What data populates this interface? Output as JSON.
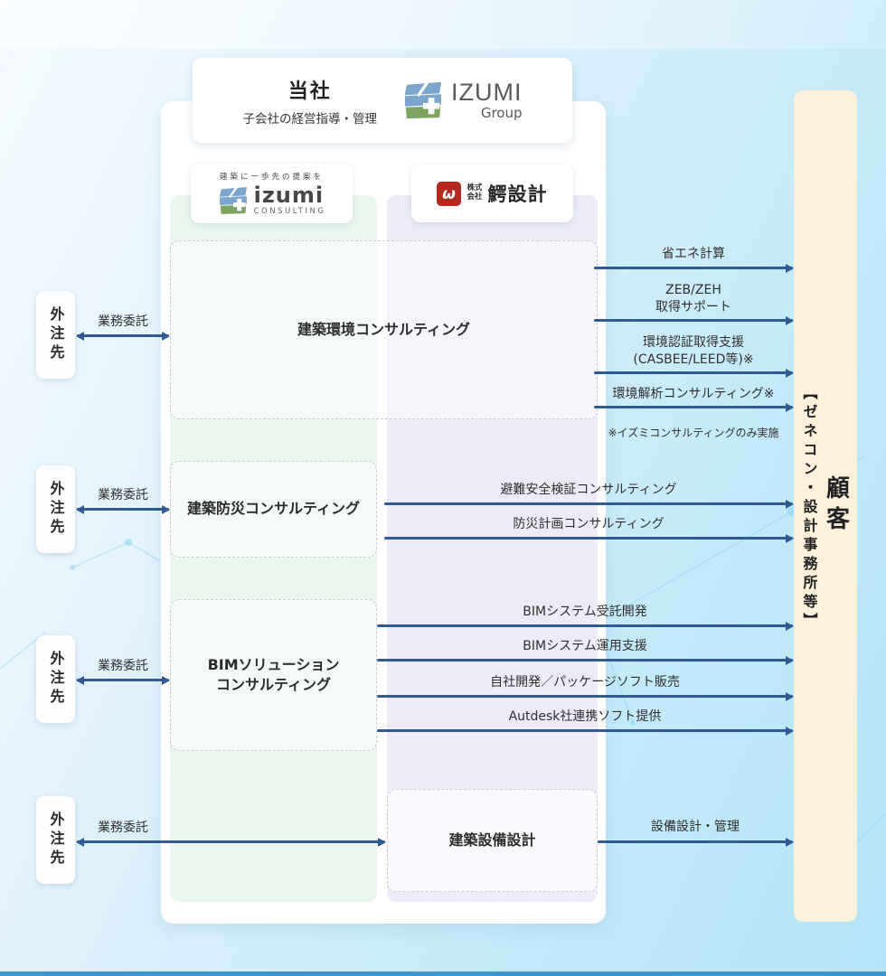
{
  "company": {
    "title": "当社",
    "subtitle": "子会社の経営指導・管理",
    "logo_text": "IZUMI",
    "logo_sub": "Group"
  },
  "subsidiary_left": {
    "tagline": "建築に一歩先の提案を",
    "logo_text": "izumi",
    "logo_sub": "CONSULTING"
  },
  "subsidiary_right": {
    "prefix_line1": "株式",
    "prefix_line2": "会社",
    "logo_text": "鰐設計"
  },
  "outsourcing": {
    "box_label": "外注先",
    "arrow_label": "業務委託"
  },
  "customer": {
    "title": "顧客",
    "subtitle": "【ゼネコン・設計事務所等】"
  },
  "sections": [
    {
      "title": "建築環境コンサルティング",
      "flows": [
        {
          "line1": "省エネ計算"
        },
        {
          "line1": "ZEB/ZEH",
          "line2": "取得サポート"
        },
        {
          "line1": "環境認証取得支援",
          "line2": "(CASBEE/LEED等)※"
        },
        {
          "line1": "環境解析コンサルティング※"
        }
      ],
      "note": "※イズミコンサルティングのみ実施"
    },
    {
      "title": "建築防災コンサルティング",
      "flows": [
        {
          "line1": "避難安全検証コンサルティング"
        },
        {
          "line1": "防災計画コンサルティング"
        }
      ]
    },
    {
      "title_line1": "BIMソリューション",
      "title_line2": "コンサルティング",
      "flows": [
        {
          "line1": "BIMシステム受託開発"
        },
        {
          "line1": "BIMシステム運用支援"
        },
        {
          "line1": "自社開発／パッケージソフト販売"
        },
        {
          "line1": "Autdesk社連携ソフト提供"
        }
      ]
    },
    {
      "title": "建築設備設計",
      "flows": [
        {
          "line1": "設備設計・管理"
        }
      ]
    }
  ],
  "colors": {
    "arrow": "#315a94",
    "green_column": "#e9f6ee",
    "purple_column": "#ecebf7",
    "customer_bg": "#fdf1da",
    "logo_blue": "#7ba5cd",
    "logo_green": "#7ca460",
    "wani_red": "#b5281e",
    "bottom_bar": "#3d95cf"
  }
}
